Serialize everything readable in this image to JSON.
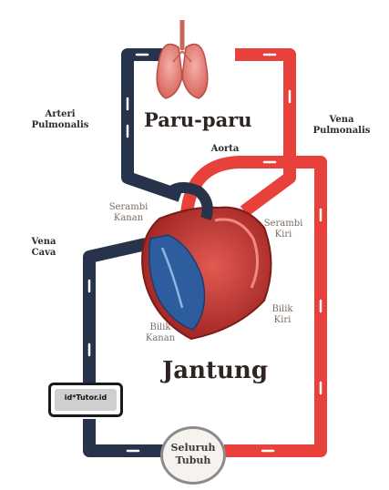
{
  "colors": {
    "oxygenated": "#e8403b",
    "deoxygenated": "#27334a",
    "lung": "#e8827a",
    "heart_red": "#c9302c",
    "heart_blue": "#2e5d9f",
    "arrow": "#ffffff"
  },
  "labels": {
    "lungs_title": "Paru-paru",
    "heart_title": "Jantung",
    "pulmonary_artery": [
      "Arteri",
      "Pulmonalis"
    ],
    "pulmonary_vein": [
      "Vena",
      "Pulmonalis"
    ],
    "aorta": "Aorta",
    "vena_cava": [
      "Vena",
      "Cava"
    ],
    "right_atrium": [
      "Serambi",
      "Kanan"
    ],
    "left_atrium": [
      "Serambi",
      "Kiri"
    ],
    "right_ventricle": [
      "Bilik",
      "Kanan"
    ],
    "left_ventricle": [
      "Bilik",
      "Kiri"
    ],
    "whole_body": [
      "Seluruh",
      "Tubuh"
    ],
    "watermark": "id*Tutor.id"
  },
  "icons": [
    "lungs-icon",
    "heart-icon",
    "flow-arrow-icon"
  ]
}
